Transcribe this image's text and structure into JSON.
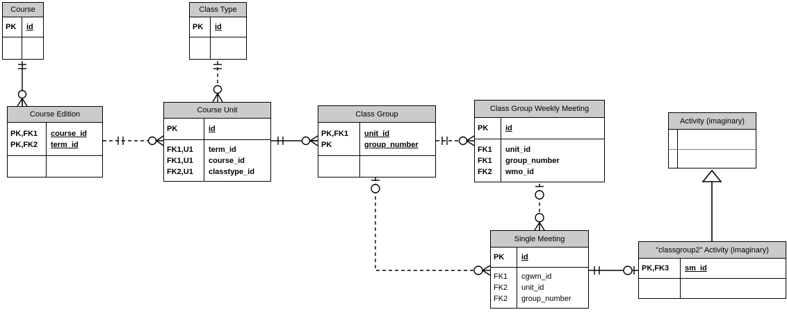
{
  "entities": {
    "course": {
      "title": "Course",
      "pk": [
        {
          "keys": "PK",
          "field": "id"
        }
      ],
      "attrs": []
    },
    "class_type": {
      "title": "Class Type",
      "pk": [
        {
          "keys": "PK",
          "field": "id"
        }
      ],
      "attrs": []
    },
    "course_edition": {
      "title": "Course Edition",
      "pk": [
        {
          "keys": "PK,FK1",
          "field": "course_id"
        },
        {
          "keys": "PK,FK2",
          "field": "term_id"
        }
      ],
      "attrs": []
    },
    "course_unit": {
      "title": "Course Unit",
      "pk": [
        {
          "keys": "PK",
          "field": "id"
        }
      ],
      "attrs": [
        {
          "keys": "FK1,U1",
          "field": "term_id"
        },
        {
          "keys": "FK1,U1",
          "field": "course_id"
        },
        {
          "keys": "FK2,U1",
          "field": "classtype_id"
        }
      ]
    },
    "class_group": {
      "title": "Class Group",
      "pk": [
        {
          "keys": "PK,FK1",
          "field": "unit_id"
        },
        {
          "keys": "PK",
          "field": "group_number"
        }
      ],
      "attrs": []
    },
    "cgwm": {
      "title": "Class Group Weekly Meeting",
      "pk": [
        {
          "keys": "PK",
          "field": "id"
        }
      ],
      "attrs": [
        {
          "keys": "FK1",
          "field": "unit_id"
        },
        {
          "keys": "FK1",
          "field": "group_number"
        },
        {
          "keys": "FK2",
          "field": "wmo_id"
        }
      ]
    },
    "activity": {
      "title": "Activity (imaginary)",
      "pk": [],
      "attrs": []
    },
    "single_meeting": {
      "title": "Single Meeting",
      "pk": [
        {
          "keys": "PK",
          "field": "id"
        }
      ],
      "attrs": [
        {
          "keys": "FK1",
          "field": "cgwm_id"
        },
        {
          "keys": "FK2",
          "field": "unit_id"
        },
        {
          "keys": "FK2",
          "field": "group_number"
        }
      ]
    },
    "classgroup2_activity": {
      "title": "\"classgroup2\" Activity (imaginary)",
      "pk": [
        {
          "keys": "PK,FK3",
          "field": "sm_id"
        }
      ],
      "attrs": []
    }
  },
  "relationships": [
    {
      "from": "Course",
      "to": "Course Edition",
      "from_end": "exactly-one",
      "to_end": "zero-or-many",
      "line": "solid"
    },
    {
      "from": "Class Type",
      "to": "Course Unit",
      "from_end": "exactly-one",
      "to_end": "zero-or-many",
      "line": "dashed"
    },
    {
      "from": "Course Edition",
      "to": "Course Unit",
      "from_end": "exactly-one",
      "to_end": "zero-or-many",
      "line": "dashed"
    },
    {
      "from": "Course Unit",
      "to": "Class Group",
      "from_end": "exactly-one",
      "to_end": "zero-or-many",
      "line": "solid"
    },
    {
      "from": "Class Group",
      "to": "Class Group Weekly Meeting",
      "from_end": "exactly-one",
      "to_end": "zero-or-many",
      "line": "dashed"
    },
    {
      "from": "Class Group Weekly Meeting",
      "to": "Single Meeting",
      "from_end": "zero-or-one",
      "to_end": "zero-or-many",
      "line": "dashed"
    },
    {
      "from": "Class Group",
      "to": "Single Meeting",
      "from_end": "zero-or-one",
      "to_end": "zero-or-many",
      "line": "dashed"
    },
    {
      "from": "Single Meeting",
      "to": "\"classgroup2\" Activity (imaginary)",
      "from_end": "exactly-one",
      "to_end": "zero-or-one",
      "line": "solid"
    },
    {
      "from": "\"classgroup2\" Activity (imaginary)",
      "to": "Activity (imaginary)",
      "type": "inheritance",
      "line": "solid"
    }
  ],
  "colors": {
    "header_fill": "#cbcbcb",
    "line": "#000000",
    "background": "#ffffff",
    "divider_gray": "#808080"
  }
}
